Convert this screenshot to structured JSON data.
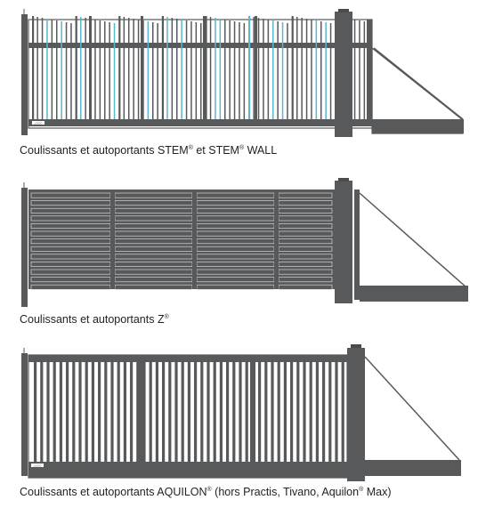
{
  "gates": [
    {
      "model": "stem",
      "caption": {
        "prefix": "Coulissants et autoportants STEM",
        "mark1": "®",
        "middle": " et STEM",
        "mark2": "®",
        "suffix": " WALL"
      },
      "badge_text": "LOGO"
    },
    {
      "model": "z",
      "caption": {
        "prefix": "Coulissants et autoportants Z",
        "mark1": "®"
      }
    },
    {
      "model": "aquilon",
      "caption": {
        "prefix": "Coulissants et autoportants AQUILON",
        "mark1": "®",
        "middle": " (hors Practis, Tivano, Aquilon",
        "mark2": "®",
        "suffix": " Max)"
      },
      "badge_text": "LOGO"
    }
  ],
  "colors": {
    "frame": "#58595b",
    "frame_dark": "#4a4b4d",
    "accent_blue": "#5bb6cf",
    "panel_outline": "#e8e8e8",
    "caption_text": "#222222"
  }
}
